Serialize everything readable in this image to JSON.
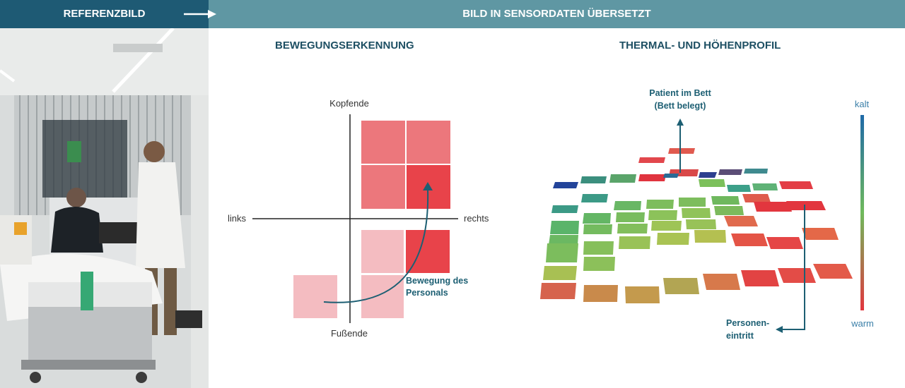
{
  "header": {
    "left_label": "REFERENZBILD",
    "right_label": "BILD IN SENSORDATEN ÜBERSETZT"
  },
  "motion": {
    "title": "BEWEGUNGSERKENNUNG",
    "axis_top": "Kopfende",
    "axis_bottom": "Fußende",
    "axis_left": "links",
    "axis_right": "rechts",
    "annotation_line1": "Bewegung des",
    "annotation_line2": "Personals"
  },
  "thermal": {
    "title": "THERMAL- UND HÖHENPROFIL",
    "patient_line1": "Patient im Bett",
    "patient_line2": "(Bett belegt)",
    "entry_line1": "Personen-",
    "entry_line2": "eintritt",
    "scale_top": "kalt",
    "scale_bottom": "warm"
  },
  "colors": {
    "header_dark": "#1e5a74",
    "header_light": "#5f97a3",
    "title": "#1d4f63",
    "accent": "#1d5f73",
    "motion_strong": "#e8434a",
    "motion_mid": "#ec777c",
    "motion_light": "#f4bcc1"
  }
}
